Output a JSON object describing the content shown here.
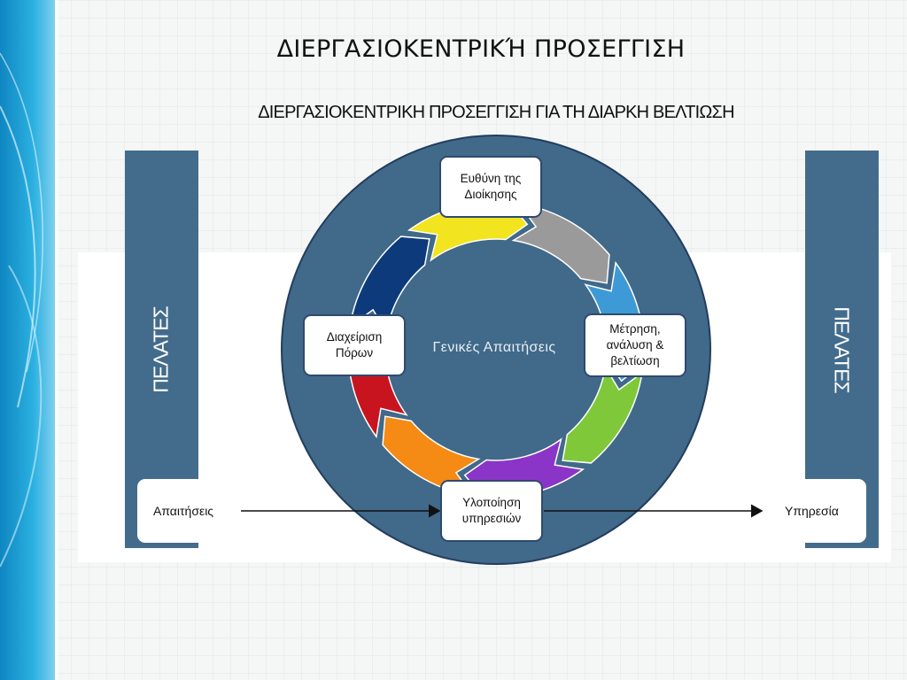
{
  "slide": {
    "title": "ΔΙΕΡΓΑΣΙΟΚΕΝΤΡΙΚΉ ΠΡΟΣΕΓΓΙΣΗ",
    "subtitle": "ΔΙΕΡΓΑΣΙΟΚΕΝΤΡΙΚΗ ΠΡΟΣΕΓΓΙΣΗ ΓΙΑ ΤΗ ΔΙΑΡΚΗ ΒΕΛΤΙΩΣΗ"
  },
  "side_labels": {
    "left": "ΠΕΛΑΤΕΣ",
    "right": "ΠΕΛΑΤΕΣ"
  },
  "flow": {
    "input": "Απαιτήσεις",
    "output": "Υπηρεσία"
  },
  "cycle": {
    "center": "Γενικές Απαιτήσεις",
    "nodes": {
      "top": [
        "Ευθύνη της",
        "Διοίκησης"
      ],
      "right": [
        "Μέτρηση,",
        "ανάλυση &",
        "βελτίωση"
      ],
      "bottom": [
        "Υλοποίηση",
        "υπηρεσιών"
      ],
      "left": [
        "Διαχείριση",
        "Πόρων"
      ]
    },
    "segment_colors": [
      "#9a9a9a",
      "#3d9ad6",
      "#7fc83a",
      "#8a35c8",
      "#f58a14",
      "#c8141e",
      "#0d3a7a",
      "#f2e41e"
    ]
  },
  "colors": {
    "panel": "#436c8c",
    "circle": "#40698a",
    "circle_border": "#233d5e",
    "accent_left": "#1a9ed1"
  }
}
